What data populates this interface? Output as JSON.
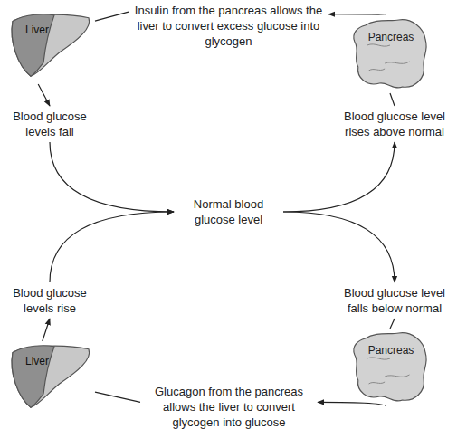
{
  "diagram": {
    "nodes": [
      {
        "text": [
          "Insulin from the pancreas allows the liver to convert excess glucose into glycogen"
        ]
      },
      {
        "text": [
          "Liver"
        ]
      },
      {
        "text": [
          "Pancreas"
        ]
      },
      {
        "text": [
          "Blood glucose levels fall"
        ]
      },
      {
        "text": [
          "Blood glucose level rises above normal"
        ]
      },
      {
        "text": [
          "Normal blood glucose level"
        ]
      },
      {
        "text": [
          "Blood glucose levels rise"
        ]
      },
      {
        "text": [
          "Blood glucose level falls below normal"
        ]
      },
      {
        "text": [
          "Liver"
        ]
      },
      {
        "text": [
          "Pancreas"
        ]
      },
      {
        "text": [
          "Glucagon from the pancreas allows the liver to convert glycogen into glucose"
        ]
      }
    ],
    "edges": [
      {
        "from": 4,
        "to": 2,
        "arrow": "none"
      },
      {
        "from": 2,
        "to": 0,
        "arrow": "to"
      },
      {
        "from": 0,
        "to": 1,
        "arrow": "none"
      },
      {
        "from": 1,
        "to": 3,
        "arrow": "to"
      },
      {
        "from": 3,
        "to": 5,
        "arrow": "to"
      },
      {
        "from": 5,
        "to": 4,
        "arrow": "to"
      },
      {
        "from": 5,
        "to": 7,
        "arrow": "to"
      },
      {
        "from": 7,
        "to": 9,
        "arrow": "none"
      },
      {
        "from": 9,
        "to": 10,
        "arrow": "to"
      },
      {
        "from": 10,
        "to": 8,
        "arrow": "none"
      },
      {
        "from": 8,
        "to": 6,
        "arrow": "to"
      },
      {
        "from": 6,
        "to": 5,
        "arrow": "to"
      }
    ]
  }
}
